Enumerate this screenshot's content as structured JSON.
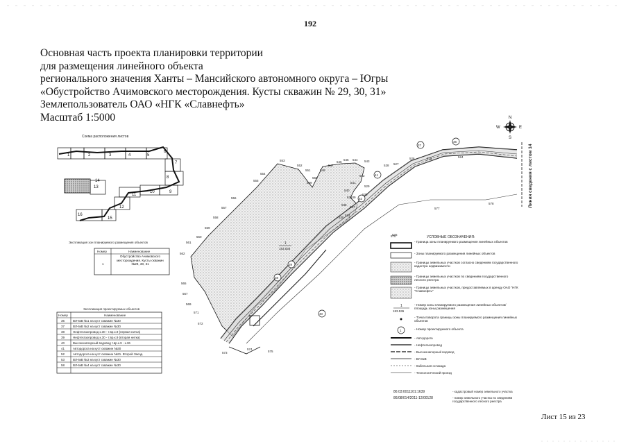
{
  "page_number": "192",
  "title_lines": [
    "Основная часть проекта планировки территории",
    "для размещения линейного объекта",
    "регионального значения Ханты – Мансийского автономного округа – Югры",
    "«Обустройство Ачимовского  месторождения. Кусты скважин № 29, 30, 31»",
    "Землепользователь ОАО «НГК «Славнефть»",
    "Масштаб 1:5000"
  ],
  "compass": {
    "n": "N",
    "s": "S",
    "w": "W",
    "e": "E"
  },
  "index_map": {
    "title": "Схема расположения листов",
    "sheets": [
      "1",
      "2",
      "3",
      "4",
      "5",
      "6",
      "7",
      "8",
      "9",
      "10",
      "11",
      "12",
      "13",
      "14",
      "15",
      "16"
    ]
  },
  "zones_table": {
    "title": "Экспликация зон планируемого размещения объектов",
    "headers": [
      "Номер",
      "Наименование"
    ],
    "rows": [
      {
        "num": "1",
        "name": "Обустройство Ачимовского месторождения. Кусты скважин №29, 30, 31"
      }
    ]
  },
  "objects_table": {
    "title": "Экспликация проектируемых объектов",
    "headers": [
      "Номер",
      "Наименование"
    ],
    "rows": [
      {
        "num": "36",
        "name": "ВЛ-6кВ №1 на куст скважин №30"
      },
      {
        "num": "37",
        "name": "ВЛ-6кВ №2 на куст скважин №30"
      },
      {
        "num": "38",
        "name": "Нефтегазопровод к.30 - т.вр.к.9 (первая нитка)"
      },
      {
        "num": "39",
        "name": "Нефтегазопровод к.30 - т.вр.к.9 (вторая нитка)"
      },
      {
        "num": "40",
        "name": "Высоконапорный  водовод т.вр.к.9 - к.36"
      },
      {
        "num": "41",
        "name": "Автодорога на куст скважин №30"
      },
      {
        "num": "52",
        "name": "Автодорога на куст скважин №31. Второй Заезд."
      },
      {
        "num": "53",
        "name": "ВЛ-6кВ №3 на куст скважин №30"
      },
      {
        "num": "58",
        "name": "ВЛ-6кВ №4 на куст скважин №30"
      }
    ]
  },
  "map": {
    "side_label": "Линия сведения с листом 14",
    "zone_label": {
      "num": "1",
      "area": "183.536"
    },
    "object_markers": [
      "37",
      "36",
      "41",
      "40",
      "39",
      "38",
      "52"
    ],
    "point_labels": [
      "553",
      "552",
      "551",
      "550",
      "549",
      "548",
      "547",
      "546",
      "545",
      "544",
      "543",
      "542",
      "541",
      "540",
      "539",
      "538",
      "537",
      "536",
      "535",
      "534",
      "554",
      "555",
      "556",
      "557",
      "558",
      "559",
      "560",
      "561",
      "562",
      "565",
      "567",
      "569",
      "570",
      "571",
      "572",
      "573",
      "574",
      "575",
      "576",
      "577",
      "578",
      "528",
      "529",
      "530",
      "527",
      "526",
      "525",
      "524"
    ]
  },
  "legend": {
    "title": "УСЛОВНЫЕ ОБОЗНАЧЕНИЯ:",
    "items": [
      "- Граница зоны планируемого размещения линейных объектов",
      "- Зоны планируемого размещения линейных объектов",
      "- Границы земельных участков согласно сведениям государственного кадастра недвижимости",
      "- Границы земельных участков по сведениям государственного лесного реестра",
      "- Границы земельных участков, предоставляемых в аренду ОАО \"НГК \"Славнефть\"",
      "- Номер зоны планируемого размещения линейных объектов/площадь зоны размещения",
      "- Точка поворота границы зоны планируемого размещения линейных объектов",
      "- Номер проектируемого объекта",
      "- Автодорога",
      "- Нефтегазопровод",
      "- Высоконапорный водовод",
      "- ВЛ-6кВ",
      "- Кабельная эстакада",
      "- Технологический проезд"
    ],
    "zone_sample": {
      "num": "1",
      "area": "183.536"
    },
    "marker_sample": "1",
    "cadastral": [
      {
        "code": "86:03:0011101:1639",
        "desc": "- кадастровый номер земельного участка"
      },
      {
        "code": "86/08/014/2011-12/00128",
        "desc": "- номер земельного участка по сведениям государственного лесного реестра"
      }
    ]
  },
  "sheet_label": "Лист 15 из 23"
}
